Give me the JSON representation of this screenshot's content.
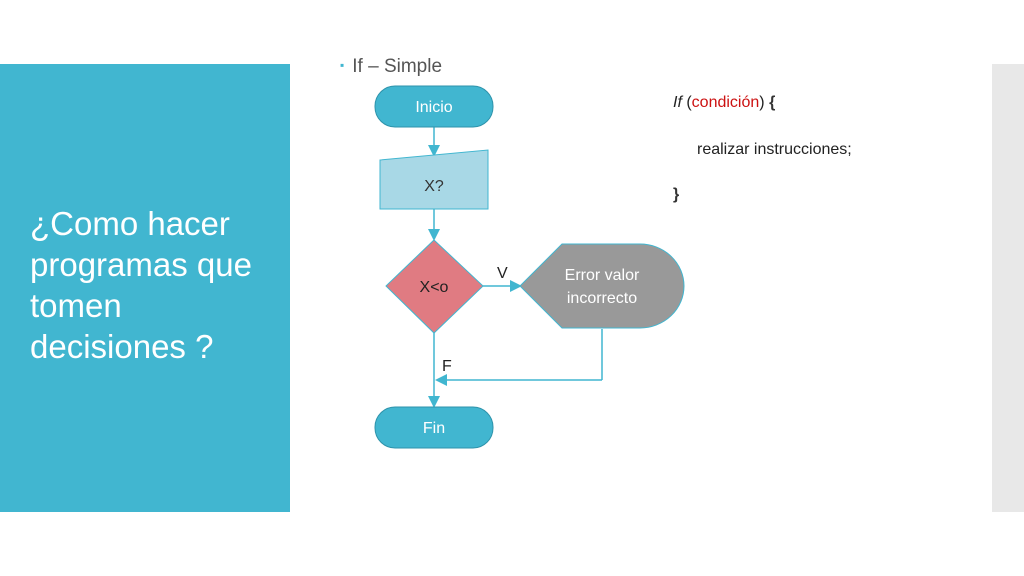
{
  "slide": {
    "title": "¿Como hacer programas que tomen decisiones ?",
    "bullet": "If – Simple"
  },
  "flowchart": {
    "start": "Inicio",
    "input": "X?",
    "decision": "X<o",
    "true_label": "V",
    "false_label": "F",
    "error": "Error valor incorrecto",
    "error_line1": "Error valor",
    "error_line2": "incorrecto",
    "end": "Fin"
  },
  "code": {
    "keyword": "If",
    "open_paren": "(",
    "condition": "condición",
    "close_paren": ")",
    "open_brace": "{",
    "body": "realizar instrucciones;",
    "close_brace": "}"
  },
  "colors": {
    "accent": "#41b6d0",
    "terminal_fill": "#41b6d0",
    "input_fill": "#a8d8e6",
    "decision_fill": "#e07b82",
    "error_fill": "#999999",
    "connector": "#41b6d0",
    "condition_text": "#cc1111"
  }
}
